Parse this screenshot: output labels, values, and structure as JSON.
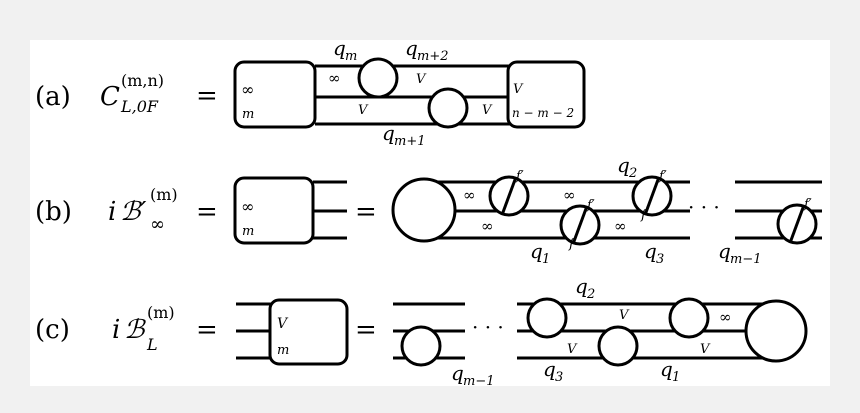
{
  "row_a": {
    "label": "(a)",
    "lhs_base": "C",
    "lhs_sup": "(m,n)",
    "lhs_sub": "L,0F",
    "eq": "=",
    "box_left_top": "∞",
    "box_left_bottom": "m",
    "line_top_mark": "∞",
    "line_top_mark2": "V",
    "line_bottom_mark": "V",
    "line_bottom_mark2": "V",
    "q_top_left": "q",
    "q_top_left_sub": "m",
    "q_top_right": "q",
    "q_top_right_sub": "m+2",
    "q_bottom": "q",
    "q_bottom_sub": "m+1",
    "box_right_top": "V",
    "box_right_bottom": "n − m − 2"
  },
  "row_b": {
    "label": "(b)",
    "lhs_prefix": "i",
    "lhs_base": "ℬ′",
    "lhs_sup": "(m)",
    "lhs_sub": "∞",
    "eq": "=",
    "box_top": "∞",
    "box_bottom": "m",
    "eq2": "=",
    "inf1": "∞",
    "inf2": "∞",
    "inf3": "∞",
    "inf4": "∞",
    "fprime": "f′",
    "f": "f",
    "q1": "q",
    "q1_sub": "1",
    "q2": "q",
    "q2_sub": "2",
    "q3": "q",
    "q3_sub": "3",
    "qm": "q",
    "qm_sub": "m−1",
    "dots": "· · ·"
  },
  "row_c": {
    "label": "(c)",
    "lhs_prefix": "i",
    "lhs_base": "ℬ",
    "lhs_sup": "(m)",
    "lhs_sub": "L",
    "eq": "=",
    "box_top": "V",
    "box_bottom": "m",
    "eq2": "=",
    "dots": "· · ·",
    "qm": "q",
    "qm_sub": "m−1",
    "q3": "q",
    "q3_sub": "3",
    "q2": "q",
    "q2_sub": "2",
    "q1": "q",
    "q1_sub": "1",
    "v1": "V",
    "v2": "V",
    "v3": "V",
    "inf": "∞"
  }
}
